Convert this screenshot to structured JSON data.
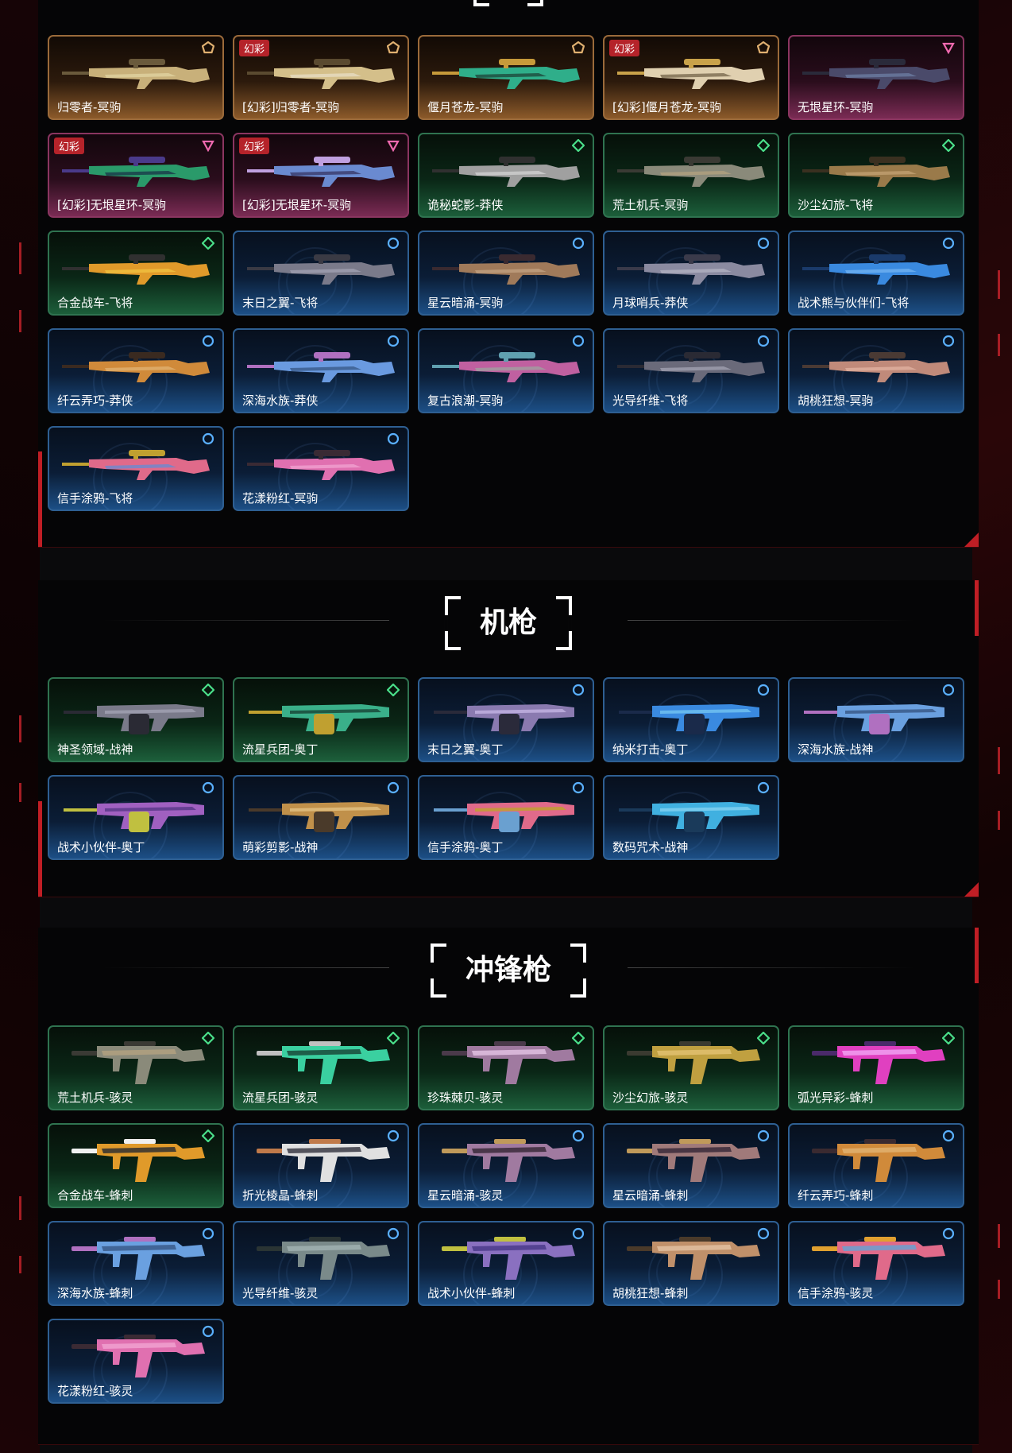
{
  "sections": [
    {
      "id": "sniper",
      "title": "",
      "items": [
        {
          "name": "归零者-冥驹",
          "tier": "gold",
          "badge": "",
          "palette": [
            "#c8b07a",
            "#6a5a3c",
            "#e0d2a0"
          ]
        },
        {
          "name": "[幻彩]归零者-冥驹",
          "tier": "gold",
          "badge": "幻彩",
          "palette": [
            "#d4bf8a",
            "#5a4a30",
            "#e6dcc0"
          ]
        },
        {
          "name": "偃月苍龙-冥驹",
          "tier": "gold",
          "badge": "",
          "palette": [
            "#2fae8a",
            "#c79a3a",
            "#1e4a3c"
          ]
        },
        {
          "name": "[幻彩]偃月苍龙-冥驹",
          "tier": "gold",
          "badge": "幻彩",
          "palette": [
            "#e0d0b0",
            "#c9a24a",
            "#7a6a50"
          ]
        },
        {
          "name": "无垠星环-冥驹",
          "tier": "pink",
          "badge": "",
          "palette": [
            "#4a4a6a",
            "#2a2a3a",
            "#6a7aa0"
          ]
        },
        {
          "name": "[幻彩]无垠星环-冥驹",
          "tier": "pink",
          "badge": "幻彩",
          "palette": [
            "#2a9a6a",
            "#4a3a8a",
            "#1a3a4a"
          ]
        },
        {
          "name": "[幻彩]无垠星环-冥驹",
          "tier": "pink",
          "badge": "幻彩",
          "palette": [
            "#6a8ad0",
            "#c0a0e0",
            "#3a3a6a"
          ]
        },
        {
          "name": "诡秘蛇影-莽侠",
          "tier": "green",
          "badge": "",
          "palette": [
            "#a0a0a0",
            "#303030",
            "#d0d0d0"
          ]
        },
        {
          "name": "荒土机兵-冥驹",
          "tier": "green",
          "badge": "",
          "palette": [
            "#8a8a7a",
            "#3a3a34",
            "#b0a080"
          ]
        },
        {
          "name": "沙尘幻旅-飞将",
          "tier": "green",
          "badge": "",
          "palette": [
            "#9a7a4a",
            "#3a3020",
            "#c0a070"
          ]
        },
        {
          "name": "合金战车-飞将",
          "tier": "green",
          "badge": "",
          "palette": [
            "#e09a2a",
            "#303030",
            "#f0c040"
          ]
        },
        {
          "name": "末日之翼-飞将",
          "tier": "blue",
          "badge": "",
          "palette": [
            "#7a7a8a",
            "#3a3a44",
            "#a0a0b0"
          ]
        },
        {
          "name": "星云暗涌-冥驹",
          "tier": "blue",
          "badge": "",
          "palette": [
            "#a07a5a",
            "#3a2a30",
            "#c0a080"
          ]
        },
        {
          "name": "月球哨兵-莽侠",
          "tier": "blue",
          "badge": "",
          "palette": [
            "#8a8aa0",
            "#3a3a4a",
            "#b0b0c0"
          ]
        },
        {
          "name": "战术熊与伙伴们-飞将",
          "tier": "blue",
          "badge": "",
          "palette": [
            "#3a8ae0",
            "#1a3a6a",
            "#70b0f0"
          ]
        },
        {
          "name": "纤云弄巧-莽侠",
          "tier": "blue",
          "badge": "",
          "palette": [
            "#d08a3a",
            "#3a2a20",
            "#e0b070"
          ]
        },
        {
          "name": "深海水族-莽侠",
          "tier": "blue",
          "badge": "",
          "palette": [
            "#6a9ae0",
            "#b070c0",
            "#3a5a8a"
          ]
        },
        {
          "name": "复古浪潮-冥驹",
          "tier": "blue",
          "badge": "",
          "palette": [
            "#c060a0",
            "#60a0b0",
            "#a0a0a0"
          ]
        },
        {
          "name": "光导纤维-飞将",
          "tier": "blue",
          "badge": "",
          "palette": [
            "#6a6a7a",
            "#2a2a34",
            "#a0a0b0"
          ]
        },
        {
          "name": "胡桃狂想-冥驹",
          "tier": "blue",
          "badge": "",
          "palette": [
            "#c08a7a",
            "#4a3a34",
            "#e0b0a0"
          ]
        },
        {
          "name": "信手涂鸦-飞将",
          "tier": "blue",
          "badge": "",
          "palette": [
            "#e06a8a",
            "#c0a030",
            "#6a8ad0"
          ]
        },
        {
          "name": "花漾粉红-冥驹",
          "tier": "blue",
          "badge": "",
          "palette": [
            "#e070b0",
            "#3a2a34",
            "#f0a0d0"
          ]
        }
      ]
    },
    {
      "id": "mg",
      "title": "机枪",
      "items": [
        {
          "name": "神圣领域-战神",
          "tier": "green",
          "badge": "",
          "palette": [
            "#7a7a8a",
            "#2a2a34",
            "#a0a0b0"
          ]
        },
        {
          "name": "流星兵团-奥丁",
          "tier": "green",
          "badge": "",
          "palette": [
            "#3ab08a",
            "#c0a030",
            "#1a4a3a"
          ]
        },
        {
          "name": "末日之翼-奥丁",
          "tier": "blue",
          "badge": "",
          "palette": [
            "#8a7ab0",
            "#2a2a3a",
            "#c0b0e0"
          ]
        },
        {
          "name": "纳米打击-奥丁",
          "tier": "blue",
          "badge": "",
          "palette": [
            "#3a8ae0",
            "#1a2a4a",
            "#70c0f0"
          ]
        },
        {
          "name": "深海水族-战神",
          "tier": "blue",
          "badge": "",
          "palette": [
            "#6aa0e0",
            "#b070c0",
            "#3a5a8a"
          ]
        },
        {
          "name": "战术小伙伴-奥丁",
          "tier": "blue",
          "badge": "",
          "palette": [
            "#a060c0",
            "#c0c040",
            "#5a3a8a"
          ]
        },
        {
          "name": "萌彩剪影-战神",
          "tier": "blue",
          "badge": "",
          "palette": [
            "#c0904a",
            "#4a3a2a",
            "#e0c080"
          ]
        },
        {
          "name": "信手涂鸦-奥丁",
          "tier": "blue",
          "badge": "",
          "palette": [
            "#e06a8a",
            "#6aa0d0",
            "#c0a030"
          ]
        },
        {
          "name": "数码咒术-战神",
          "tier": "blue",
          "badge": "",
          "palette": [
            "#40b0e0",
            "#1a3a5a",
            "#80d0f0"
          ]
        }
      ]
    },
    {
      "id": "smg",
      "title": "冲锋枪",
      "items": [
        {
          "name": "荒土机兵-骇灵",
          "tier": "green",
          "badge": "",
          "palette": [
            "#8a8a7a",
            "#3a3a34",
            "#b0a080"
          ]
        },
        {
          "name": "流星兵团-骇灵",
          "tier": "green",
          "badge": "",
          "palette": [
            "#3ad0a0",
            "#c0c0c0",
            "#1a4a3a"
          ]
        },
        {
          "name": "珍珠棘贝-骇灵",
          "tier": "green",
          "badge": "",
          "palette": [
            "#a07aa0",
            "#4a3a4a",
            "#e0c0e0"
          ]
        },
        {
          "name": "沙尘幻旅-骇灵",
          "tier": "green",
          "badge": "",
          "palette": [
            "#c0a040",
            "#3a3a30",
            "#e0c070"
          ]
        },
        {
          "name": "弧光异彩-蜂刺",
          "tier": "green",
          "badge": "",
          "palette": [
            "#e040c0",
            "#4a2a6a",
            "#f0a0f0"
          ]
        },
        {
          "name": "合金战车-蜂刺",
          "tier": "green",
          "badge": "",
          "palette": [
            "#e09a2a",
            "#f0f0f0",
            "#303030"
          ]
        },
        {
          "name": "折光棱晶-蜂刺",
          "tier": "blue",
          "badge": "",
          "palette": [
            "#e0e0e0",
            "#c07a4a",
            "#3a3a44"
          ]
        },
        {
          "name": "星云暗涌-骇灵",
          "tier": "blue",
          "badge": "",
          "palette": [
            "#a07aa0",
            "#c09a5a",
            "#3a2a3a"
          ]
        },
        {
          "name": "星云暗涌-蜂刺",
          "tier": "blue",
          "badge": "",
          "palette": [
            "#a07a7a",
            "#c09a5a",
            "#3a2a3a"
          ]
        },
        {
          "name": "纤云弄巧-蜂刺",
          "tier": "blue",
          "badge": "",
          "palette": [
            "#d08a3a",
            "#3a2a30",
            "#e0b070"
          ]
        },
        {
          "name": "深海水族-蜂刺",
          "tier": "blue",
          "badge": "",
          "palette": [
            "#6aa0e0",
            "#b070c0",
            "#3a5a8a"
          ]
        },
        {
          "name": "光导纤维-骇灵",
          "tier": "blue",
          "badge": "",
          "palette": [
            "#7a8a8a",
            "#2a3434",
            "#a0b0b0"
          ]
        },
        {
          "name": "战术小伙伴-蜂刺",
          "tier": "blue",
          "badge": "",
          "palette": [
            "#8a70c0",
            "#c0c040",
            "#4a3a8a"
          ]
        },
        {
          "name": "胡桃狂想-蜂刺",
          "tier": "blue",
          "badge": "",
          "palette": [
            "#c0906a",
            "#4a3a2a",
            "#e0c0a0"
          ]
        },
        {
          "name": "信手涂鸦-骇灵",
          "tier": "blue",
          "badge": "",
          "palette": [
            "#e06a8a",
            "#e0a030",
            "#6aa0d0"
          ]
        },
        {
          "name": "花漾粉红-骇灵",
          "tier": "blue",
          "badge": "",
          "palette": [
            "#e070b0",
            "#3a2a34",
            "#f0a0d0"
          ]
        }
      ]
    }
  ],
  "tier_colors": {
    "blue": "#2e5f92",
    "green": "#2f7350",
    "pink": "#8a3560",
    "gold": "#9a6a3a"
  },
  "icons": {
    "blue": "circle-rarity-icon",
    "green": "diamond-rarity-icon",
    "pink": "triangle-rarity-icon",
    "gold": "pentagon-rarity-icon"
  }
}
